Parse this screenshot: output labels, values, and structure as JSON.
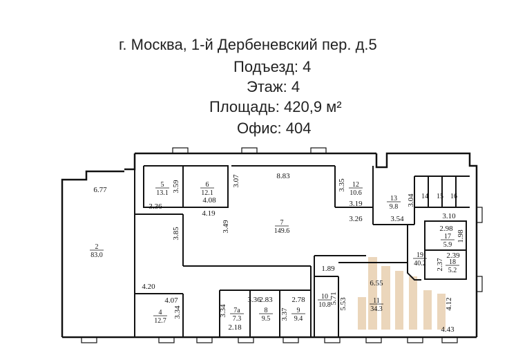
{
  "header": {
    "address": "г. Москва, 1-й Дербеневский пер. д.5",
    "entrance_label": "Подъезд:",
    "entrance_value": "4",
    "floor_label": "Этаж:",
    "floor_value": "4",
    "area_label": "Площадь:",
    "area_value": "420,9 м²",
    "office_label": "Офис:",
    "office_value": "404"
  },
  "colors": {
    "wall": "#111111",
    "highlight": "#e8cfb0"
  },
  "plan": {
    "rooms": [
      {
        "id": "2",
        "area": "83.0"
      },
      {
        "id": "4",
        "area": "12.7"
      },
      {
        "id": "5",
        "area": "13.1"
      },
      {
        "id": "6",
        "area": "12.1"
      },
      {
        "id": "7",
        "area": "149.6"
      },
      {
        "id": "7а",
        "area": "7.3"
      },
      {
        "id": "8",
        "area": "9.5"
      },
      {
        "id": "9",
        "area": "9.4"
      },
      {
        "id": "10",
        "area": "10.8"
      },
      {
        "id": "11",
        "area": "34.3"
      },
      {
        "id": "12",
        "area": "10.6"
      },
      {
        "id": "13",
        "area": "9.8"
      },
      {
        "id": "14",
        "area": ""
      },
      {
        "id": "15",
        "area": ""
      },
      {
        "id": "16",
        "area": ""
      },
      {
        "id": "17",
        "area": "5.9"
      },
      {
        "id": "18",
        "area": "5.2"
      },
      {
        "id": "19",
        "area": "40.2"
      }
    ],
    "dimensions": [
      "6.77",
      "3.59",
      "3.36",
      "4.08",
      "3.07",
      "8.83",
      "3.35",
      "3.19",
      "3.04",
      "3.10",
      "4.19",
      "3.49",
      "3.85",
      "3.26",
      "3.54",
      "2.98",
      "1.98",
      "2.39",
      "2.37",
      "1.89",
      "5.71",
      "5.53",
      "6.55",
      "4.20",
      "4.07",
      "3.34",
      "3.34",
      "2.18",
      "3.36",
      "2.83",
      "3.37",
      "2.78",
      "4.12",
      "4.43"
    ]
  }
}
